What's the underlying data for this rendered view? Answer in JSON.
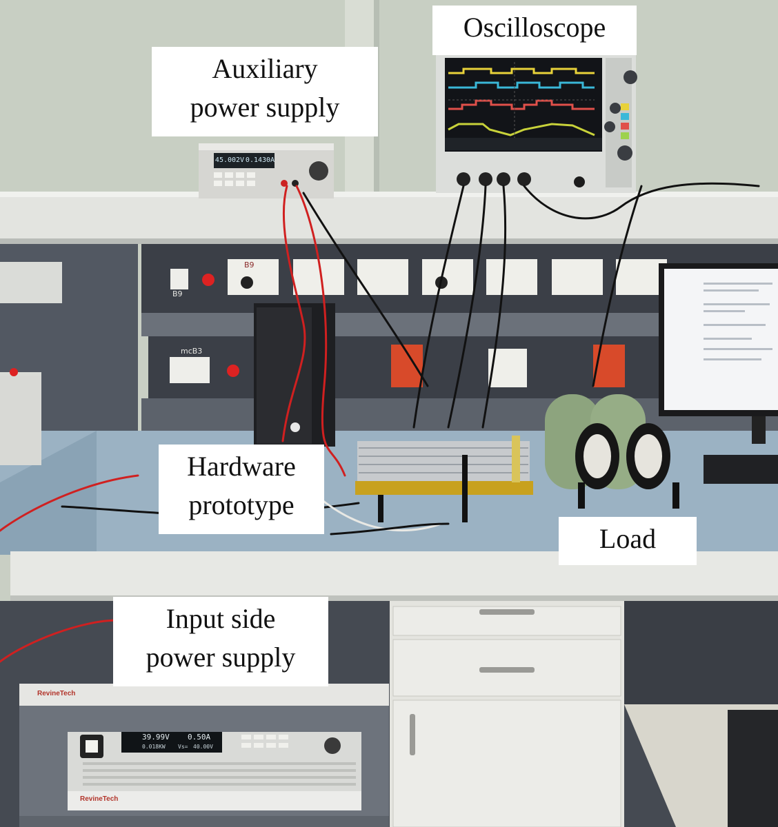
{
  "labels": {
    "oscilloscope": "Oscilloscope",
    "auxiliary_line1": "Auxiliary",
    "auxiliary_line2": "power supply",
    "hardware_line1": "Hardware",
    "hardware_line2": "prototype",
    "load": "Load",
    "input_line1": "Input side",
    "input_line2": "power supply"
  },
  "aux_supply_display": {
    "voltage": "45.002V",
    "current": "0.1430A"
  },
  "input_supply": {
    "voltage": "39.99V",
    "current": "0.50A",
    "power": "0.018KW",
    "vset": "40.00V",
    "vset_label": "Vs=",
    "brand_top": "RevineTech",
    "brand_bottom": "RevineTech"
  },
  "panel_tags": {
    "tag_b9_top": "B9",
    "tag_b9_side": "B9",
    "tag_mcb3": "mcB3"
  },
  "colors": {
    "wall": "#c9cfc4",
    "desk": "#9db3c4",
    "shelf": "#e1e3df",
    "panel": "#3b3f47",
    "scope_yellow": "#e8d23a",
    "scope_cyan": "#3ab8d8",
    "scope_red": "#e0504a",
    "wire_red": "#d02020"
  }
}
